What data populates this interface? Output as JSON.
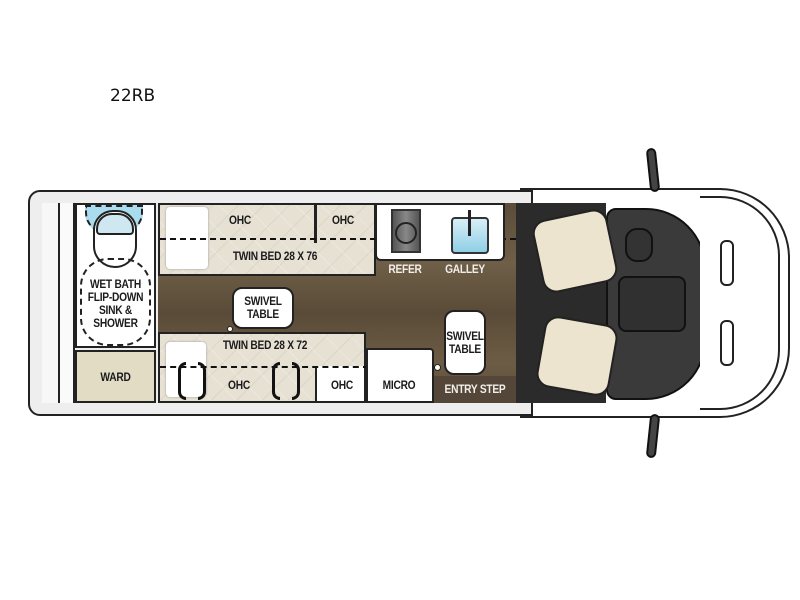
{
  "model": "22RB",
  "floorplan": {
    "rear": {
      "bath_label_lines": [
        "WET BATH",
        "FLIP-DOWN",
        "SINK &",
        "SHOWER"
      ],
      "ward_label": "WARD"
    },
    "upper_side": {
      "ohc_1": "OHC",
      "ohc_2": "OHC",
      "bed_label": "TWIN BED 28 X 76",
      "refer_label": "REFER",
      "galley_label": "GALLEY"
    },
    "lower_side": {
      "bed_label": "TWIN BED 28 X 72",
      "ohc_1": "OHC",
      "ohc_2": "OHC",
      "micro_label": "MICRO",
      "entry_label": "ENTRY STEP"
    },
    "tables": {
      "table_1_lines": [
        "SWIVEL",
        "TABLE"
      ],
      "table_2_lines": [
        "SWIVEL",
        "TABLE"
      ]
    },
    "colors": {
      "floor": "#5e4f3b",
      "cab_floor": "#2b2b2b",
      "ward": "#e3dcc5",
      "bed": "#e6e1d3",
      "sink_blue": "#a9dcef",
      "seat": "#ece4cf"
    }
  }
}
